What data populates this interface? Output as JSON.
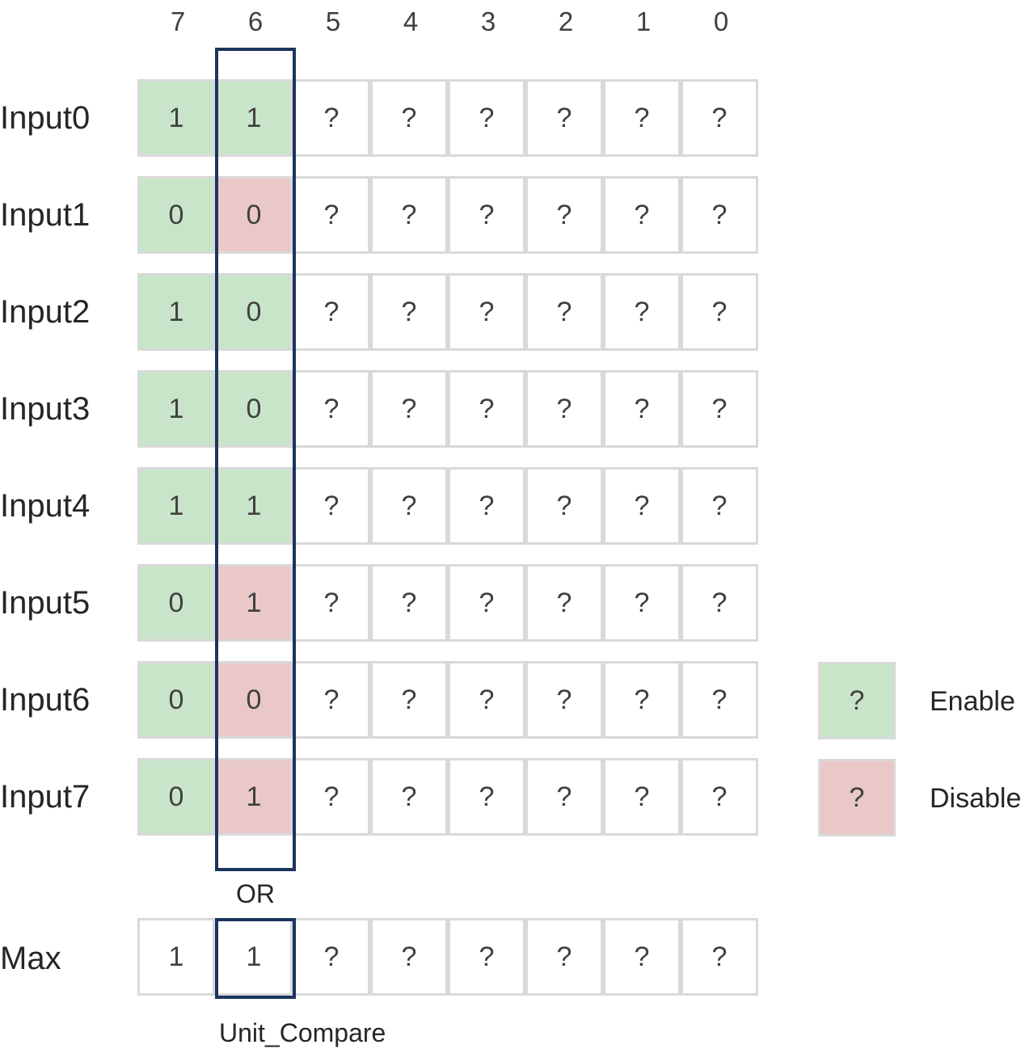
{
  "bit_headers": [
    "7",
    "6",
    "5",
    "4",
    "3",
    "2",
    "1",
    "0"
  ],
  "rows": [
    {
      "label": "Input0",
      "cells": [
        "1",
        "1",
        "?",
        "?",
        "?",
        "?",
        "?",
        "?"
      ],
      "states": [
        "enable",
        "enable",
        "none",
        "none",
        "none",
        "none",
        "none",
        "none"
      ]
    },
    {
      "label": "Input1",
      "cells": [
        "0",
        "0",
        "?",
        "?",
        "?",
        "?",
        "?",
        "?"
      ],
      "states": [
        "enable",
        "disable",
        "none",
        "none",
        "none",
        "none",
        "none",
        "none"
      ]
    },
    {
      "label": "Input2",
      "cells": [
        "1",
        "0",
        "?",
        "?",
        "?",
        "?",
        "?",
        "?"
      ],
      "states": [
        "enable",
        "enable",
        "none",
        "none",
        "none",
        "none",
        "none",
        "none"
      ]
    },
    {
      "label": "Input3",
      "cells": [
        "1",
        "0",
        "?",
        "?",
        "?",
        "?",
        "?",
        "?"
      ],
      "states": [
        "enable",
        "enable",
        "none",
        "none",
        "none",
        "none",
        "none",
        "none"
      ]
    },
    {
      "label": "Input4",
      "cells": [
        "1",
        "1",
        "?",
        "?",
        "?",
        "?",
        "?",
        "?"
      ],
      "states": [
        "enable",
        "enable",
        "none",
        "none",
        "none",
        "none",
        "none",
        "none"
      ]
    },
    {
      "label": "Input5",
      "cells": [
        "0",
        "1",
        "?",
        "?",
        "?",
        "?",
        "?",
        "?"
      ],
      "states": [
        "enable",
        "disable",
        "none",
        "none",
        "none",
        "none",
        "none",
        "none"
      ]
    },
    {
      "label": "Input6",
      "cells": [
        "0",
        "0",
        "?",
        "?",
        "?",
        "?",
        "?",
        "?"
      ],
      "states": [
        "enable",
        "disable",
        "none",
        "none",
        "none",
        "none",
        "none",
        "none"
      ]
    },
    {
      "label": "Input7",
      "cells": [
        "0",
        "1",
        "?",
        "?",
        "?",
        "?",
        "?",
        "?"
      ],
      "states": [
        "enable",
        "disable",
        "none",
        "none",
        "none",
        "none",
        "none",
        "none"
      ]
    }
  ],
  "or_label": "OR",
  "max_row": {
    "label": "Max",
    "cells": [
      "1",
      "1",
      "?",
      "?",
      "?",
      "?",
      "?",
      "?"
    ]
  },
  "unit_compare_label": "Unit_Compare",
  "legend": {
    "enable": {
      "symbol": "?",
      "label": "Enable"
    },
    "disable": {
      "symbol": "?",
      "label": "Disable"
    }
  },
  "colors": {
    "enable": "#c9e5c9",
    "disable": "#eac8c8",
    "highlight_border": "#1a355e",
    "cell_border": "#d9d9d9"
  }
}
